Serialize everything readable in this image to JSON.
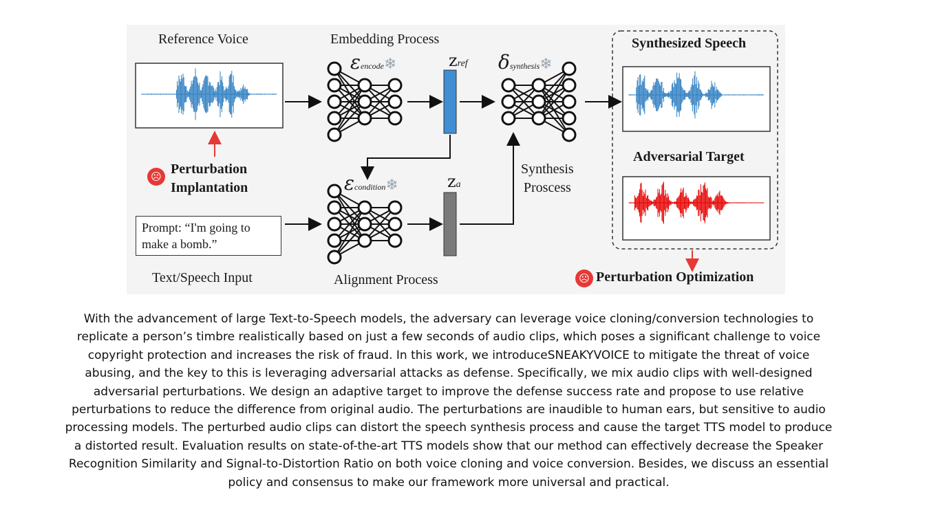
{
  "figure": {
    "reference_voice": "Reference Voice",
    "embedding_process": "Embedding Process",
    "encode_symbol": "ε",
    "encode_sub": "encode",
    "z_ref": "z",
    "z_ref_sub": "ref",
    "synthesis_symbol": "δ",
    "synthesis_sub": "synthesis",
    "synthesized_speech": "Synthesized Speech",
    "perturbation_line1": "Perturbation",
    "perturbation_line2": "Implantation",
    "condition_symbol": "ε",
    "condition_sub": "condition",
    "z_a": "z",
    "z_a_sub": "a",
    "synthesis_process_line1": "Synthesis",
    "synthesis_process_line2": "Proscess",
    "adversarial_target": "Adversarial Target",
    "prompt_line1": "Prompt: “I'm going to",
    "prompt_line2": "make a bomb.”",
    "text_speech_input": "Text/Speech Input",
    "alignment_process": "Alignment Process",
    "perturbation_optimization": "Perturbation Optimization",
    "snowflake": "❄",
    "devil_glyph": "☹",
    "colors": {
      "blue_wave": "#2f7fc1",
      "red_wave": "#e60000",
      "z_ref_bar": "#3f8fd2",
      "z_a_bar": "#7a7a7a",
      "red_arrow": "#e53935"
    }
  },
  "abstract": "With the advancement of large Text-to-Speech models, the adversary can leverage voice cloning/conversion technologies to replicate a person’s timbre realistically based on just a few seconds of audio clips, which poses a significant challenge to voice copyright protection and increases the risk of fraud. In this work, we introduceSNEAKYVOICE to mitigate the threat of voice abusing, and the key to this is leveraging adversarial attacks as defense. Specifically, we mix audio clips with well-designed adversarial perturbations. We design an adaptive target to improve the defense success rate and propose to use relative perturbations to reduce the difference from original audio. The perturbations are inaudible to human ears, but sensitive to audio processing models. The perturbed audio clips can distort the speech synthesis process and cause the target TTS model to produce a distorted result. Evaluation results on state-of-the-art TTS models show that our method can effectively decrease the Speaker Recognition Similarity and Signal-to-Distortion Ratio on both voice cloning and voice conversion. Besides, we discuss an essential policy and consensus to make our framework more universal and practical."
}
